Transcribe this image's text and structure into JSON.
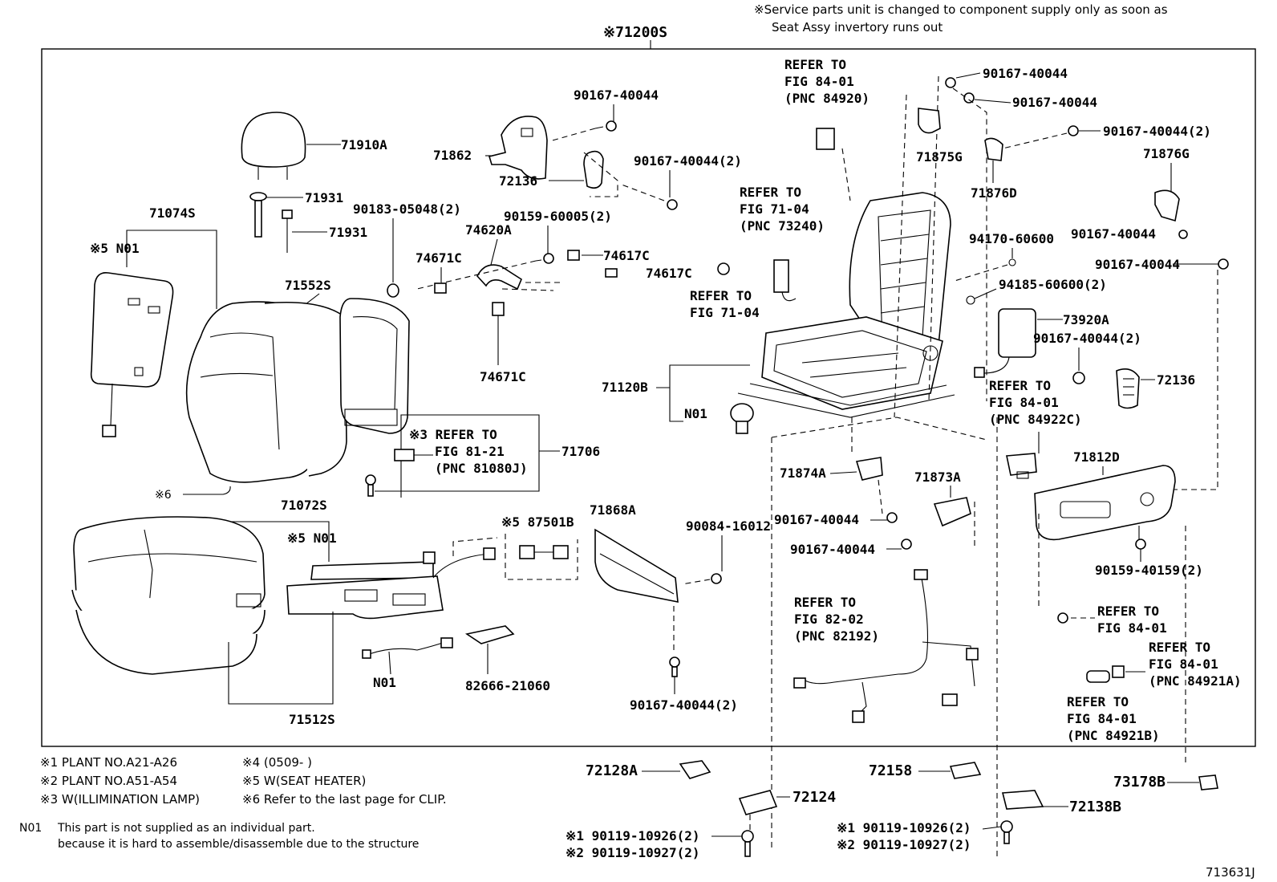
{
  "notice": {
    "line1": "※Service parts unit is changed to component supply only as soon as",
    "line2": "Seat Assy invertory runs out"
  },
  "assembly_code": "※71200S",
  "labels": {
    "p71910A": "71910A",
    "p71931a": "71931",
    "p71931b": "71931",
    "p71074S": "71074S",
    "n01_a": "※5 N01",
    "p71552S": "71552S",
    "p90183": "90183-05048(2)",
    "p71862": "71862",
    "p72136a": "72136",
    "p90167_top": "90167-40044",
    "p90167_2a": "90167-40044(2)",
    "p74620A": "74620A",
    "p90159_600": "90159-60005(2)",
    "p74671Ca": "74671C",
    "p74617Ca": "74617C",
    "p74617Cb": "74617C",
    "p74671Cb": "74671C",
    "ref_84920_1": "REFER TO",
    "ref_84920_2": "FIG 84-01",
    "ref_84920_3": "(PNC 84920)",
    "ref_73240_1": "REFER TO",
    "ref_73240_2": "FIG 71-04",
    "ref_73240_3": "(PNC 73240)",
    "ref_7104_1": "REFER TO",
    "ref_7104_2": "FIG 71-04",
    "p90167_r1": "90167-40044",
    "p90167_r2": "90167-40044",
    "p90167_r3": "90167-40044(2)",
    "p71875G": "71875G",
    "p71876D": "71876D",
    "p71876G": "71876G",
    "p90167_r4": "90167-40044",
    "p94170": "94170-60600",
    "p90167_r5": "90167-40044",
    "p94185": "94185-60600(2)",
    "p73920A": "73920A",
    "p90167_r6": "90167-40044(2)",
    "p72136b": "72136",
    "ref_84922_1": "REFER TO",
    "ref_84922_2": "FIG 84-01",
    "ref_84922_3": "(PNC 84922C)",
    "p71120B": "71120B",
    "n01_b": "N01",
    "ref_81080_1": "※3 REFER TO",
    "ref_81080_2": "FIG 81-21",
    "ref_81080_3": "(PNC 81080J)",
    "p71706": "71706",
    "note6": "※6",
    "p71072S": "71072S",
    "n01_c": "※5 N01",
    "p87501B": "※5 87501B",
    "p71868A": "71868A",
    "p90084": "90084-16012",
    "p71874A": "71874A",
    "p71873A": "71873A",
    "p90167_m1": "90167-40044",
    "p90167_m2": "90167-40044",
    "p71812D": "71812D",
    "p90159_401": "90159-40159(2)",
    "ref_82192_1": "REFER TO",
    "ref_82192_2": "FIG 82-02",
    "ref_82192_3": "(PNC 82192)",
    "ref_8401_1": "REFER TO",
    "ref_8401_2": "FIG 84-01",
    "ref_84921A_1": "REFER TO",
    "ref_84921A_2": "FIG 84-01",
    "ref_84921A_3": "(PNC 84921A)",
    "ref_84921B_1": "REFER TO",
    "ref_84921B_2": "FIG 84-01",
    "ref_84921B_3": "(PNC 84921B)",
    "n01_d": "N01",
    "p82666": "82666-21060",
    "p90167_bot": "90167-40044(2)",
    "p71512S": "71512S",
    "p72128A": "72128A",
    "p72124": "72124",
    "p72158": "72158",
    "p72138B": "72138B",
    "p73178B": "73178B",
    "b1_1": "※1 90119-10926(2)",
    "b1_2": "※2 90119-10927(2)",
    "b2_1": "※1 90119-10926(2)",
    "b2_2": "※2 90119-10927(2)"
  },
  "legend": {
    "n1": "※1 PLANT NO.A21-A26",
    "n2": "※2 PLANT NO.A51-A54",
    "n3": "※3 W(ILLIMINATION LAMP)",
    "n4": "※4 (0509-     )",
    "n5": "※5 W(SEAT HEATER)",
    "n6": "※6 Refer to the last page for CLIP.",
    "n01_key": "N01",
    "n01_line1": "This part is not supplied as an individual part.",
    "n01_line2": "because it is hard to assemble/disassemble due to the structure"
  },
  "figure_code": "713631J"
}
